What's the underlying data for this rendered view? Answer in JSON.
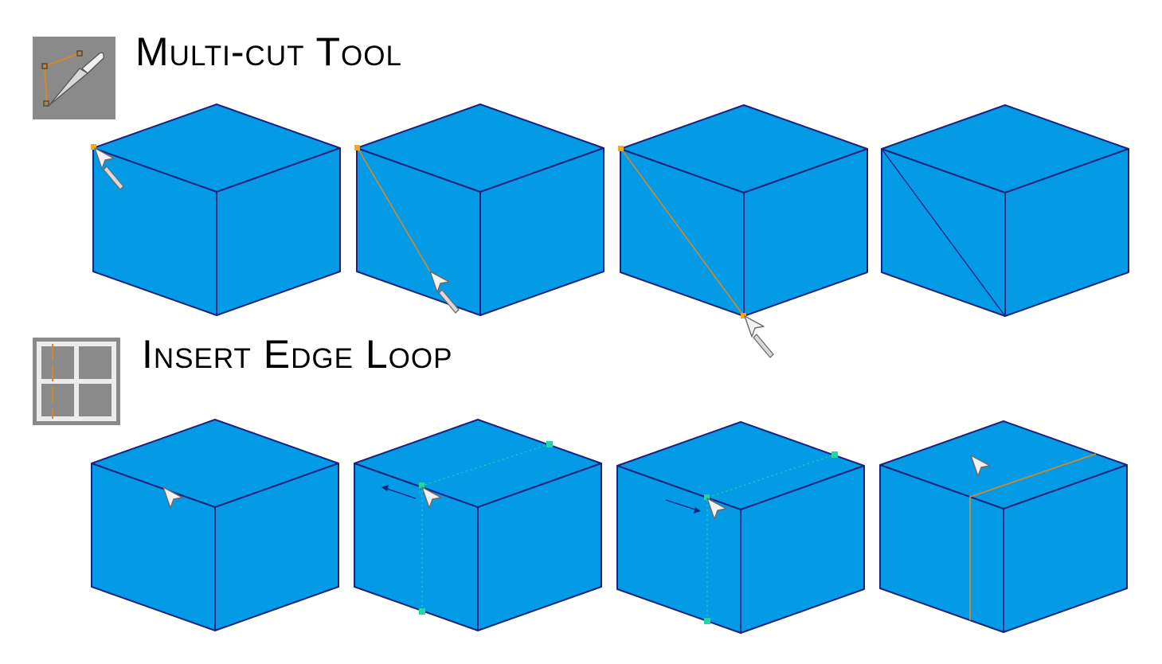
{
  "sections": {
    "multicut": {
      "title": "Multi-cut Tool",
      "icon": "multi-cut-knife-icon",
      "steps": [
        "place-first-point",
        "drag-cut-line",
        "place-end-point",
        "cut-complete"
      ]
    },
    "edgeloop": {
      "title": "Insert Edge Loop",
      "icon": "edge-loop-grid-icon",
      "steps": [
        "hover-edge",
        "slide-left-preview",
        "slide-right-preview",
        "edge-loop-inserted"
      ]
    }
  },
  "colors": {
    "cube_face": "#039be5",
    "cube_edge": "#1a237e",
    "cut_line": "#d4882a",
    "cut_point": "#f6a623",
    "loop_preview": "#24d3a6",
    "loop_final": "#d4882a",
    "icon_bg": "#8a8a8a",
    "icon_fg": "#ececec",
    "cursor_fill": "#f2f2f2",
    "cursor_stroke": "#6b6b6b"
  }
}
